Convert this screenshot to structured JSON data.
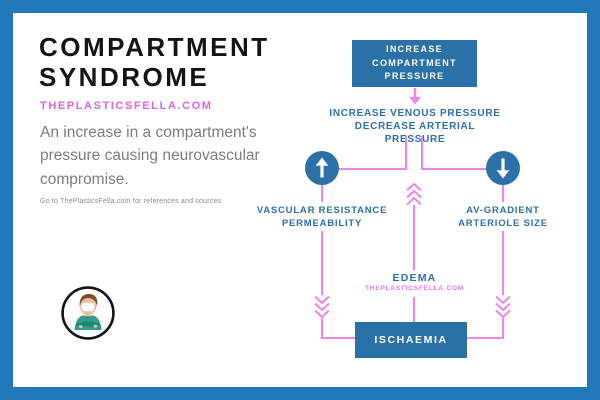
{
  "poster": {
    "title": {
      "line1": "COMPARTMENT",
      "line2": "SYNDROME"
    },
    "site": "THEPLASTICSFELLA.COM",
    "description": "An increase in a compartment's pressure causing neurovascular compromise.",
    "footnote": "Go to ThePlasticsFella.com for references and sources",
    "avatar": "masked-surgeon-crossed-arms"
  },
  "diagram": {
    "top_box": {
      "line1": "INCREASE",
      "line2": "COMPARTMENT",
      "line3": "PRESSURE"
    },
    "pressure_effects": {
      "line1": "INCREASE VENOUS PRESSURE",
      "line2": "DECREASE ARTERIAL PRESSURE"
    },
    "left_node": {
      "arrow": "up",
      "line1": "VASCULAR RESISTANCE",
      "line2": "PERMEABILITY"
    },
    "right_node": {
      "arrow": "down",
      "line1": "AV-GRADIENT",
      "line2": "ARTERIOLE SIZE"
    },
    "edema": {
      "label": "EDEMA",
      "site": "THEPLASTICSFELLA.COM"
    },
    "ischaemia": {
      "label": "ISCHAEMIA"
    }
  },
  "colors": {
    "frame_blue": "#2478bc",
    "node_blue": "#2a71a8",
    "text_blue": "#2e6fad",
    "brand_magenta": "#e55fe3",
    "connector_violet": "#ef84ef"
  }
}
